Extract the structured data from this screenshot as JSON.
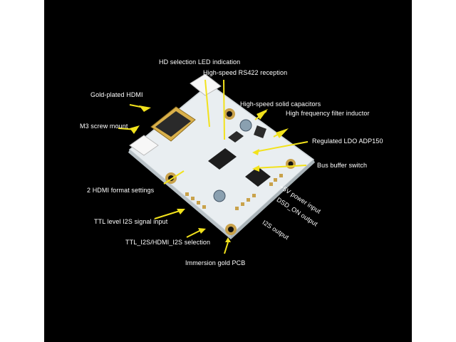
{
  "colors": {
    "background": "#000000",
    "frame": "#ffffff",
    "arrow": "#f2e21c",
    "pcb": "#eef1f3",
    "text": "#ffffff"
  },
  "labels": {
    "hd_selection": "HD      selection LED indication",
    "rs422": "High-speed RS422 reception",
    "gold_hdmi": "Gold-plated HDMI",
    "solid_caps": "High-speed solid capacitors",
    "filter_inductor": "High frequency filter inductor",
    "m3_mount": "M3 screw mount",
    "ldo": "Regulated LDO ADP150",
    "bus_buffer": "Bus buffer switch",
    "hdmi_format": "2 HDMI format settings",
    "power_input": "+5V power input",
    "dsd_output": "DSD_ON output",
    "ttl_i2s": "TTL level I2S signal input",
    "i2s_output": "I2S output",
    "i2s_selection": "TTL_I2S/HDMI_I2S selection",
    "gold_pcb": "Immersion gold PCB"
  }
}
